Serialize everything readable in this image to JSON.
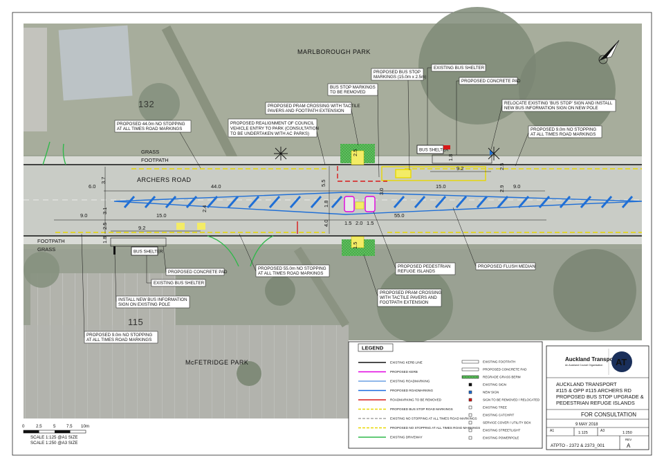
{
  "places": {
    "marlborough_park": "MARLBOROUGH PARK",
    "mcfetridge_park": "McFETRIDGE PARK",
    "archers_road": "ARCHERS ROAD",
    "lot_132": "132",
    "lot_115": "115",
    "grass_top": "GRASS",
    "footpath_top": "FOOTPATH",
    "footpath_bottom": "FOOTPATH",
    "grass_bottom": "GRASS",
    "bus_shelter_north": "BUS SHELTER",
    "bus_shelter_south": "BUS SHELTER"
  },
  "annotations": {
    "nostop_44": [
      "PROPOSED 44.0m NO STOPPING",
      "AT ALL TIMES ROAD MARKINGS"
    ],
    "realign": [
      "PROPOSED REALIGNMENT OF COUNCIL",
      "VEHICLE ENTRY TO PARK (CONSULTATION",
      "TO BE UNDERTAKEN WITH AC PARKS)"
    ],
    "pram_north": [
      "PROPOSED PRAM CROSSING WITH TACTILE",
      "PAVERS AND FOOTPATH EXTENSION"
    ],
    "markings_removed": [
      "BUS STOP MARKINGS",
      "TO BE REMOVED"
    ],
    "bus_stop_markings": [
      "PROPOSED BUS STOP",
      "MARKINGS (15.0m x 2.5m)"
    ],
    "existing_shelter_north": [
      "EXISTING BUS SHELTER"
    ],
    "concrete_pad_north": [
      "PROPOSED CONCRETE PAD"
    ],
    "relocate_sign": [
      "RELOCATE EXISTING 'BUS STOP' SIGN AND INSTALL",
      "NEW BUS INFORMATION SIGN ON NEW POLE"
    ],
    "nostop_9_north": [
      "PROPOSED 9.0m NO STOPPING",
      "AT ALL TIMES ROAD MARKINGS"
    ],
    "concrete_pad_south": [
      "PROPOSED CONCRETE PAD"
    ],
    "existing_shelter_south": [
      "EXISTING BUS SHELTER"
    ],
    "install_sign": [
      "INSTALL NEW BUS  INFORMATION",
      "SIGN ON EXISTING POLE"
    ],
    "nostop_55": [
      "PROPOSED 55.0m NO STOPPING",
      "AT ALL TIMES ROAD MARKINGS"
    ],
    "refuge": [
      "PROPOSED PEDESTRIAN",
      "REFUGE ISLANDS"
    ],
    "pram_south": [
      "PROPOSED PRAM CROSSING",
      "WITH TACTILE PAVERS AND",
      "FOOTPATH EXTENSION"
    ],
    "flush_median": [
      "PROPOSED FLUSH MEDIAN"
    ],
    "nostop_9_south": [
      "PROPOSED 9.0m NO STOPPING",
      "AT ALL TIMES ROAD MARKINGS"
    ]
  },
  "dimensions": {
    "d6": "6.0",
    "d3_7": "3.7",
    "d44": "44.0",
    "d5_5": "5.5",
    "d3_0": "3.0",
    "d15_top": "15.0",
    "d2_9": "2.9",
    "d9_right": "9.0",
    "d2_5_right": "2.5",
    "d9_2_top": "9.2",
    "d1_8_top": "1.8",
    "d2_5_top": "2.5",
    "d9_left": "9.0",
    "d3_1": "3.1",
    "d15_mid": "15.0",
    "d2_4": "2.4",
    "d1_8_mid": "1.8",
    "d4_0": "4.0",
    "d1_5a": "1.5",
    "d2_0": "2.0",
    "d1_5b": "1.5",
    "d55": "55.0",
    "d2_5_left": "2.5",
    "d9_2_bottom": "9.2",
    "d1_8_bottom": "1.8",
    "d1_5_south": "1.5"
  },
  "scale": {
    "ticks": [
      "0",
      "2.5",
      "5",
      "7.5",
      "10m"
    ],
    "line1": "SCALE 1:125  @A1 SIZE",
    "line2": "SCALE 1:250  @A3 SIZE"
  },
  "legend": {
    "title": "LEGEND",
    "left": [
      "EXISTING KERB LINE",
      "PROPOSED KERB",
      "EXISTING ROADMARKING",
      "PROPOSED ROADMARKING",
      "ROADMARKING TO BE REMOVED",
      "PROPOSED BUS STOP ROAD MARKINGS",
      "EXISTING NO STOPPING AT ALL TIMES ROAD MARKINGS",
      "PROPOSED NO STOPPING AT ALL TIMES ROAD MARKINGS",
      "EXISTING DRIVEWAY"
    ],
    "right": [
      "EXISTING FOOTPATH",
      "PROPOSED CONCRETE PAD",
      "REGRADE GRASS BERM",
      "EXISTING SIGN",
      "NEW SIGN",
      "SIGN TO BE REMOVED / RELOCATED",
      "EXISTING TREE",
      "EXISTING CATCHPIT",
      "SERVICE COVER / UTILITY BOX",
      "EXISTING STREETLIGHT",
      "EXISTING POWERPOLE"
    ]
  },
  "title_block": {
    "logo_name": "Auckland Transport",
    "logo_sub": "An Auckland Council Organisation",
    "at_mark": "AT",
    "title_lines": [
      "AUCKLAND TRANSPORT",
      "#115 & OPP #115 ARCHERS RD",
      "PROPOSED BUS STOP UPGRADE &",
      "PEDESTRIAN REFUGE ISLANDS"
    ],
    "status": "FOR CONSULTATION",
    "date": "9 MAY 2018",
    "scale_a1": "1:125",
    "scale_a3": "1:250",
    "sheet_a1": "A1",
    "sheet_a3": "A3",
    "drawing_no": "ATPTO - 2372 & 2373_001",
    "rev": "A",
    "field_rev": "REV"
  },
  "colors": {
    "kerb": "#111111",
    "proposed_kerb": "#e000e0",
    "existing_marking": "#1f6fd6",
    "proposed_marking": "#1a6be0",
    "removed_marking": "#d81818",
    "bus_stop_marking": "#e8d800",
    "driveway": "#2fb84a"
  }
}
